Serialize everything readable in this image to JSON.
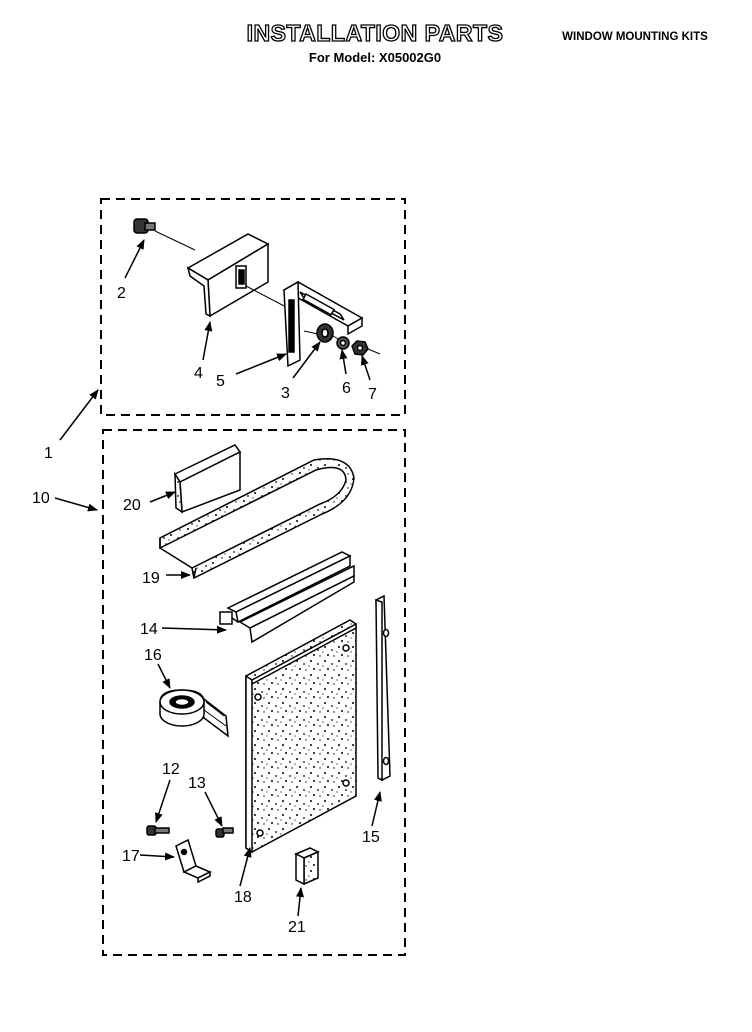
{
  "header": {
    "title": "INSTALLATION PARTS",
    "subtitle": "For Model: X05002G0",
    "section": "WINDOW MOUNTING KITS"
  },
  "callouts": {
    "c1": "1",
    "c2": "2",
    "c3": "3",
    "c4": "4",
    "c5": "5",
    "c6": "6",
    "c7": "7",
    "c10": "10",
    "c12": "12",
    "c13": "13",
    "c14": "14",
    "c15": "15",
    "c16": "16",
    "c17": "17",
    "c18": "18",
    "c19": "19",
    "c20": "20",
    "c21": "21"
  }
}
